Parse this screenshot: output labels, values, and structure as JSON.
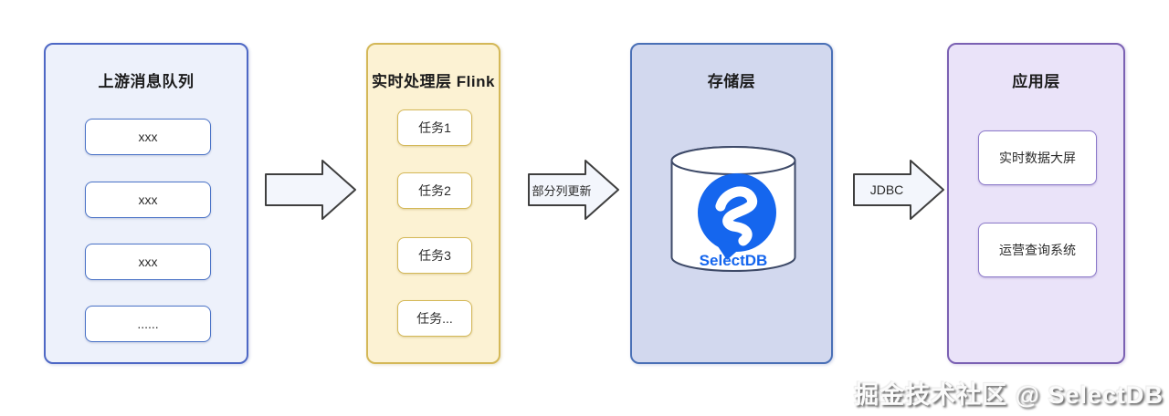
{
  "colors": {
    "upstream_border": "#4E68C5",
    "upstream_bg": "#EDF1FB",
    "flink_border": "#D4B858",
    "flink_bg": "#FCF2D3",
    "storage_border": "#4A70B6",
    "storage_bg": "#D2D8EE",
    "app_border": "#7B61B3",
    "app_bg": "#EAE3F9",
    "selectdb_blue": "#1566EE",
    "arrow_fill": "#F3F6FC",
    "arrow_stroke": "#3F3F3F"
  },
  "panels": {
    "upstream": {
      "title": "上游消息队列",
      "items": [
        "xxx",
        "xxx",
        "xxx",
        "......"
      ]
    },
    "flink": {
      "title": "实时处理层 Flink",
      "items": [
        "任务1",
        "任务2",
        "任务3",
        "任务..."
      ]
    },
    "storage": {
      "title": "存储层",
      "db_label": "SelectDB"
    },
    "application": {
      "title": "应用层",
      "items": [
        "实时数据大屏",
        "运营查询系统"
      ]
    }
  },
  "arrows": {
    "flink_to_storage_label": "部分列更新",
    "storage_to_app_label": "JDBC"
  },
  "watermark": "掘金技术社区 @ SelectDB"
}
